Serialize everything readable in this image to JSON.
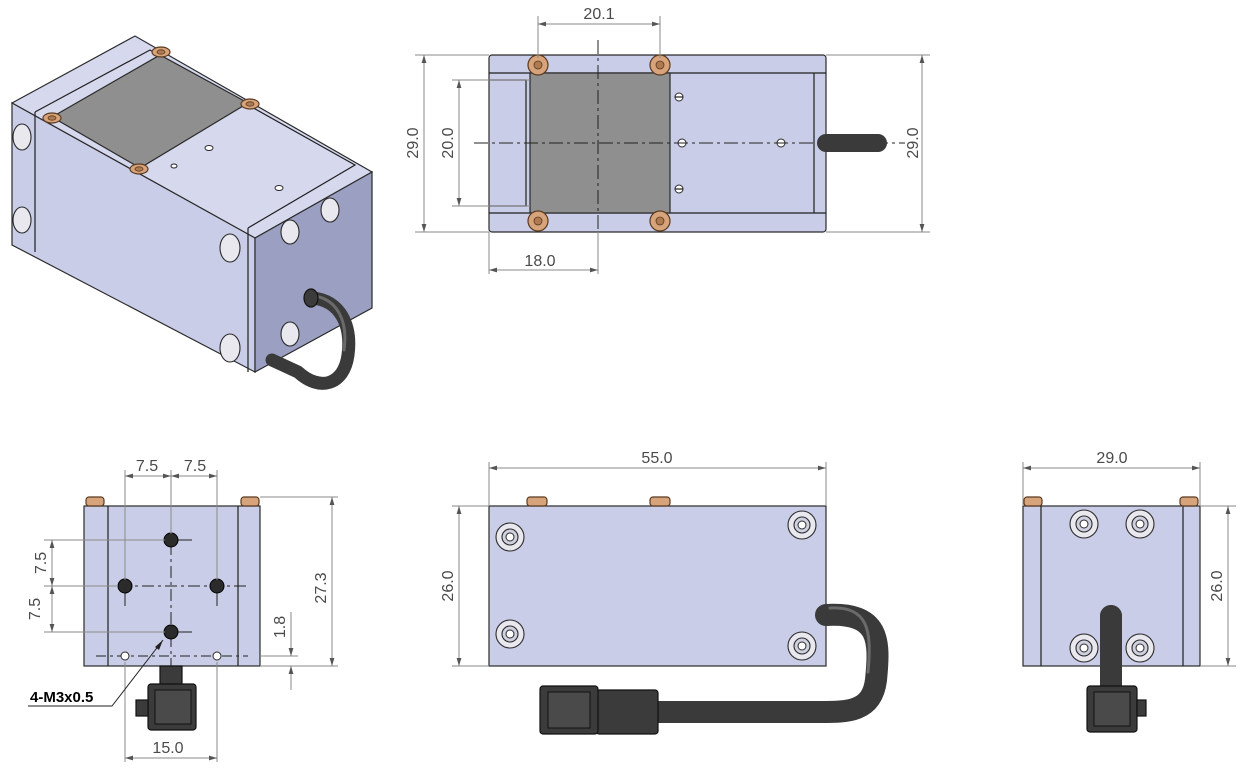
{
  "views": {
    "top": {
      "dim_width": "20.1",
      "dim_height_outer": "29.0",
      "dim_height_inner": "20.0",
      "dim_height_right": "29.0",
      "dim_offset": "18.0"
    },
    "front": {
      "dim_left": "7.5",
      "dim_right": "7.5",
      "dim_upper": "7.5",
      "dim_lower": "7.5",
      "dim_height": "27.3",
      "dim_small": "1.8",
      "dim_width": "15.0",
      "thread_note": "4-M3x0.5"
    },
    "side": {
      "dim_length": "55.0",
      "dim_height": "26.0"
    },
    "end": {
      "dim_width": "29.0",
      "dim_height": "26.0"
    }
  },
  "colors": {
    "body": "#c9cde7",
    "sensor": "#8f8f8f",
    "screw": "#d7a37b",
    "cable": "#3a3a3a"
  }
}
